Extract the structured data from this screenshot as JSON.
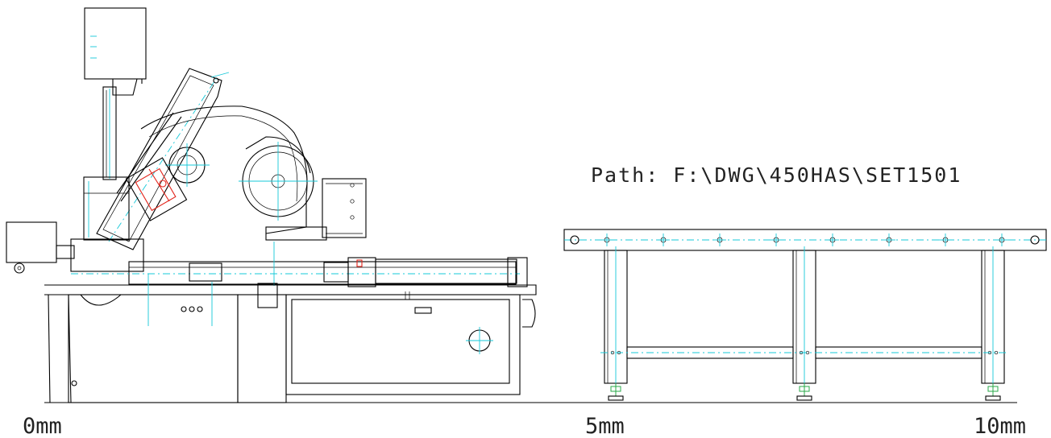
{
  "drawing": {
    "path_label": "Path: F:\\DWG\\450HAS\\SET1501",
    "scale": {
      "start_label": "0mm",
      "mid_label": "5mm",
      "end_label": "10mm"
    },
    "colors": {
      "outline": "#000000",
      "centerline": "#14c8d8",
      "highlight": "#e2231a",
      "feet": "#2aa84a"
    }
  }
}
